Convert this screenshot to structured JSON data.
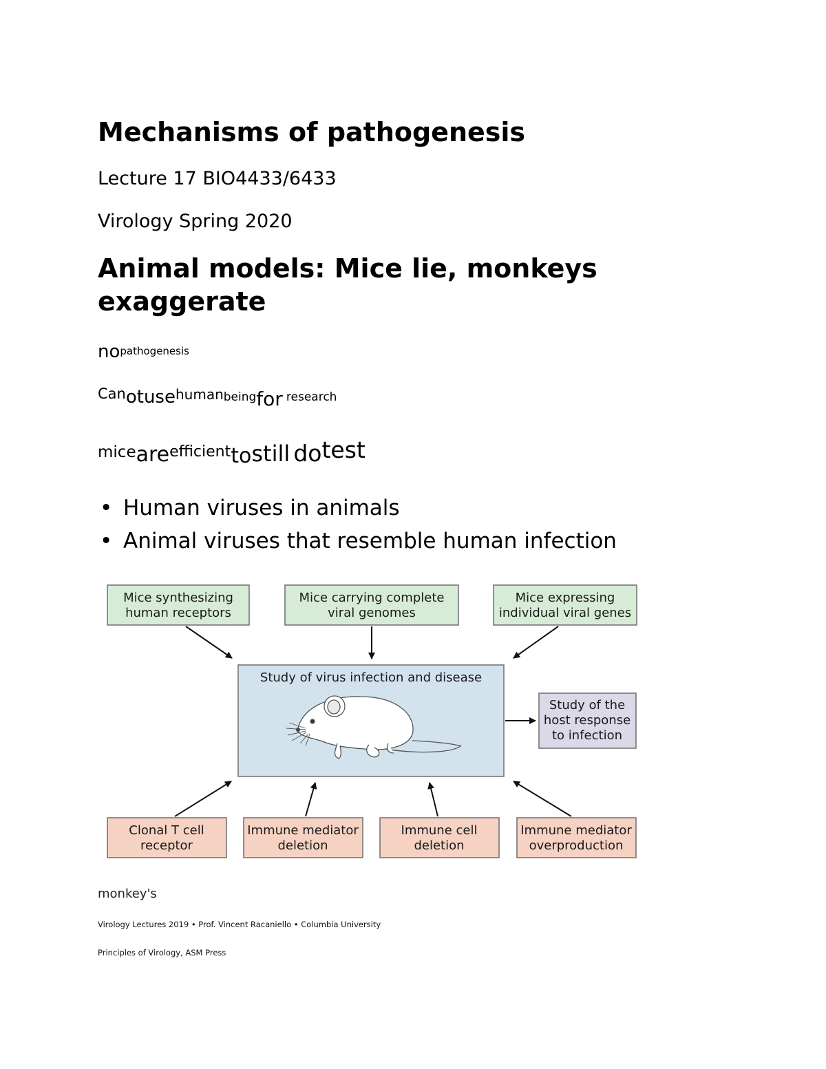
{
  "title": "Mechanisms of pathogenesis",
  "lecture": "Lecture 17 BIO4433/6433",
  "course": "Virology Spring 2020",
  "heading2": "Animal models: Mice lie, monkeys exaggerate",
  "note1": {
    "a": "no",
    "b": "pathogenesis"
  },
  "note2": {
    "a": "Can",
    "b": "ot",
    "c": "use",
    "d": "human",
    "e": "being",
    "f": "for",
    "g": "research"
  },
  "note3": {
    "a": "mice",
    "b": "are",
    "c": "efficient",
    "d": "to",
    "e": "still",
    "f": "do",
    "g": "test"
  },
  "bullets": [
    "Human viruses in animals",
    "Animal viruses that resemble human infection"
  ],
  "diagram": {
    "top": [
      [
        "Mice synthesizing",
        "human receptors"
      ],
      [
        "Mice carrying complete",
        "viral genomes"
      ],
      [
        "Mice expressing",
        "individual viral genes"
      ]
    ],
    "center": "Study of virus infection and disease",
    "right": [
      "Study of the",
      "host response",
      "to infection"
    ],
    "bottom": [
      [
        "Clonal T cell",
        "receptor"
      ],
      [
        "Immune mediator",
        "deletion"
      ],
      [
        "Immune cell",
        "deletion"
      ],
      [
        "Immune mediator",
        "overproduction"
      ]
    ],
    "colors": {
      "top_fill": "#d7ecd7",
      "center_fill": "#d3e3ee",
      "right_fill": "#dcd8e8",
      "bottom_fill": "#f6d2c3",
      "border": "#6e6e6e"
    }
  },
  "caption": "monkey's",
  "footer1": "Virology Lectures 2019 • Prof. Vincent Racaniello • Columbia University",
  "footer2": "Principles of Virology, ASM Press"
}
